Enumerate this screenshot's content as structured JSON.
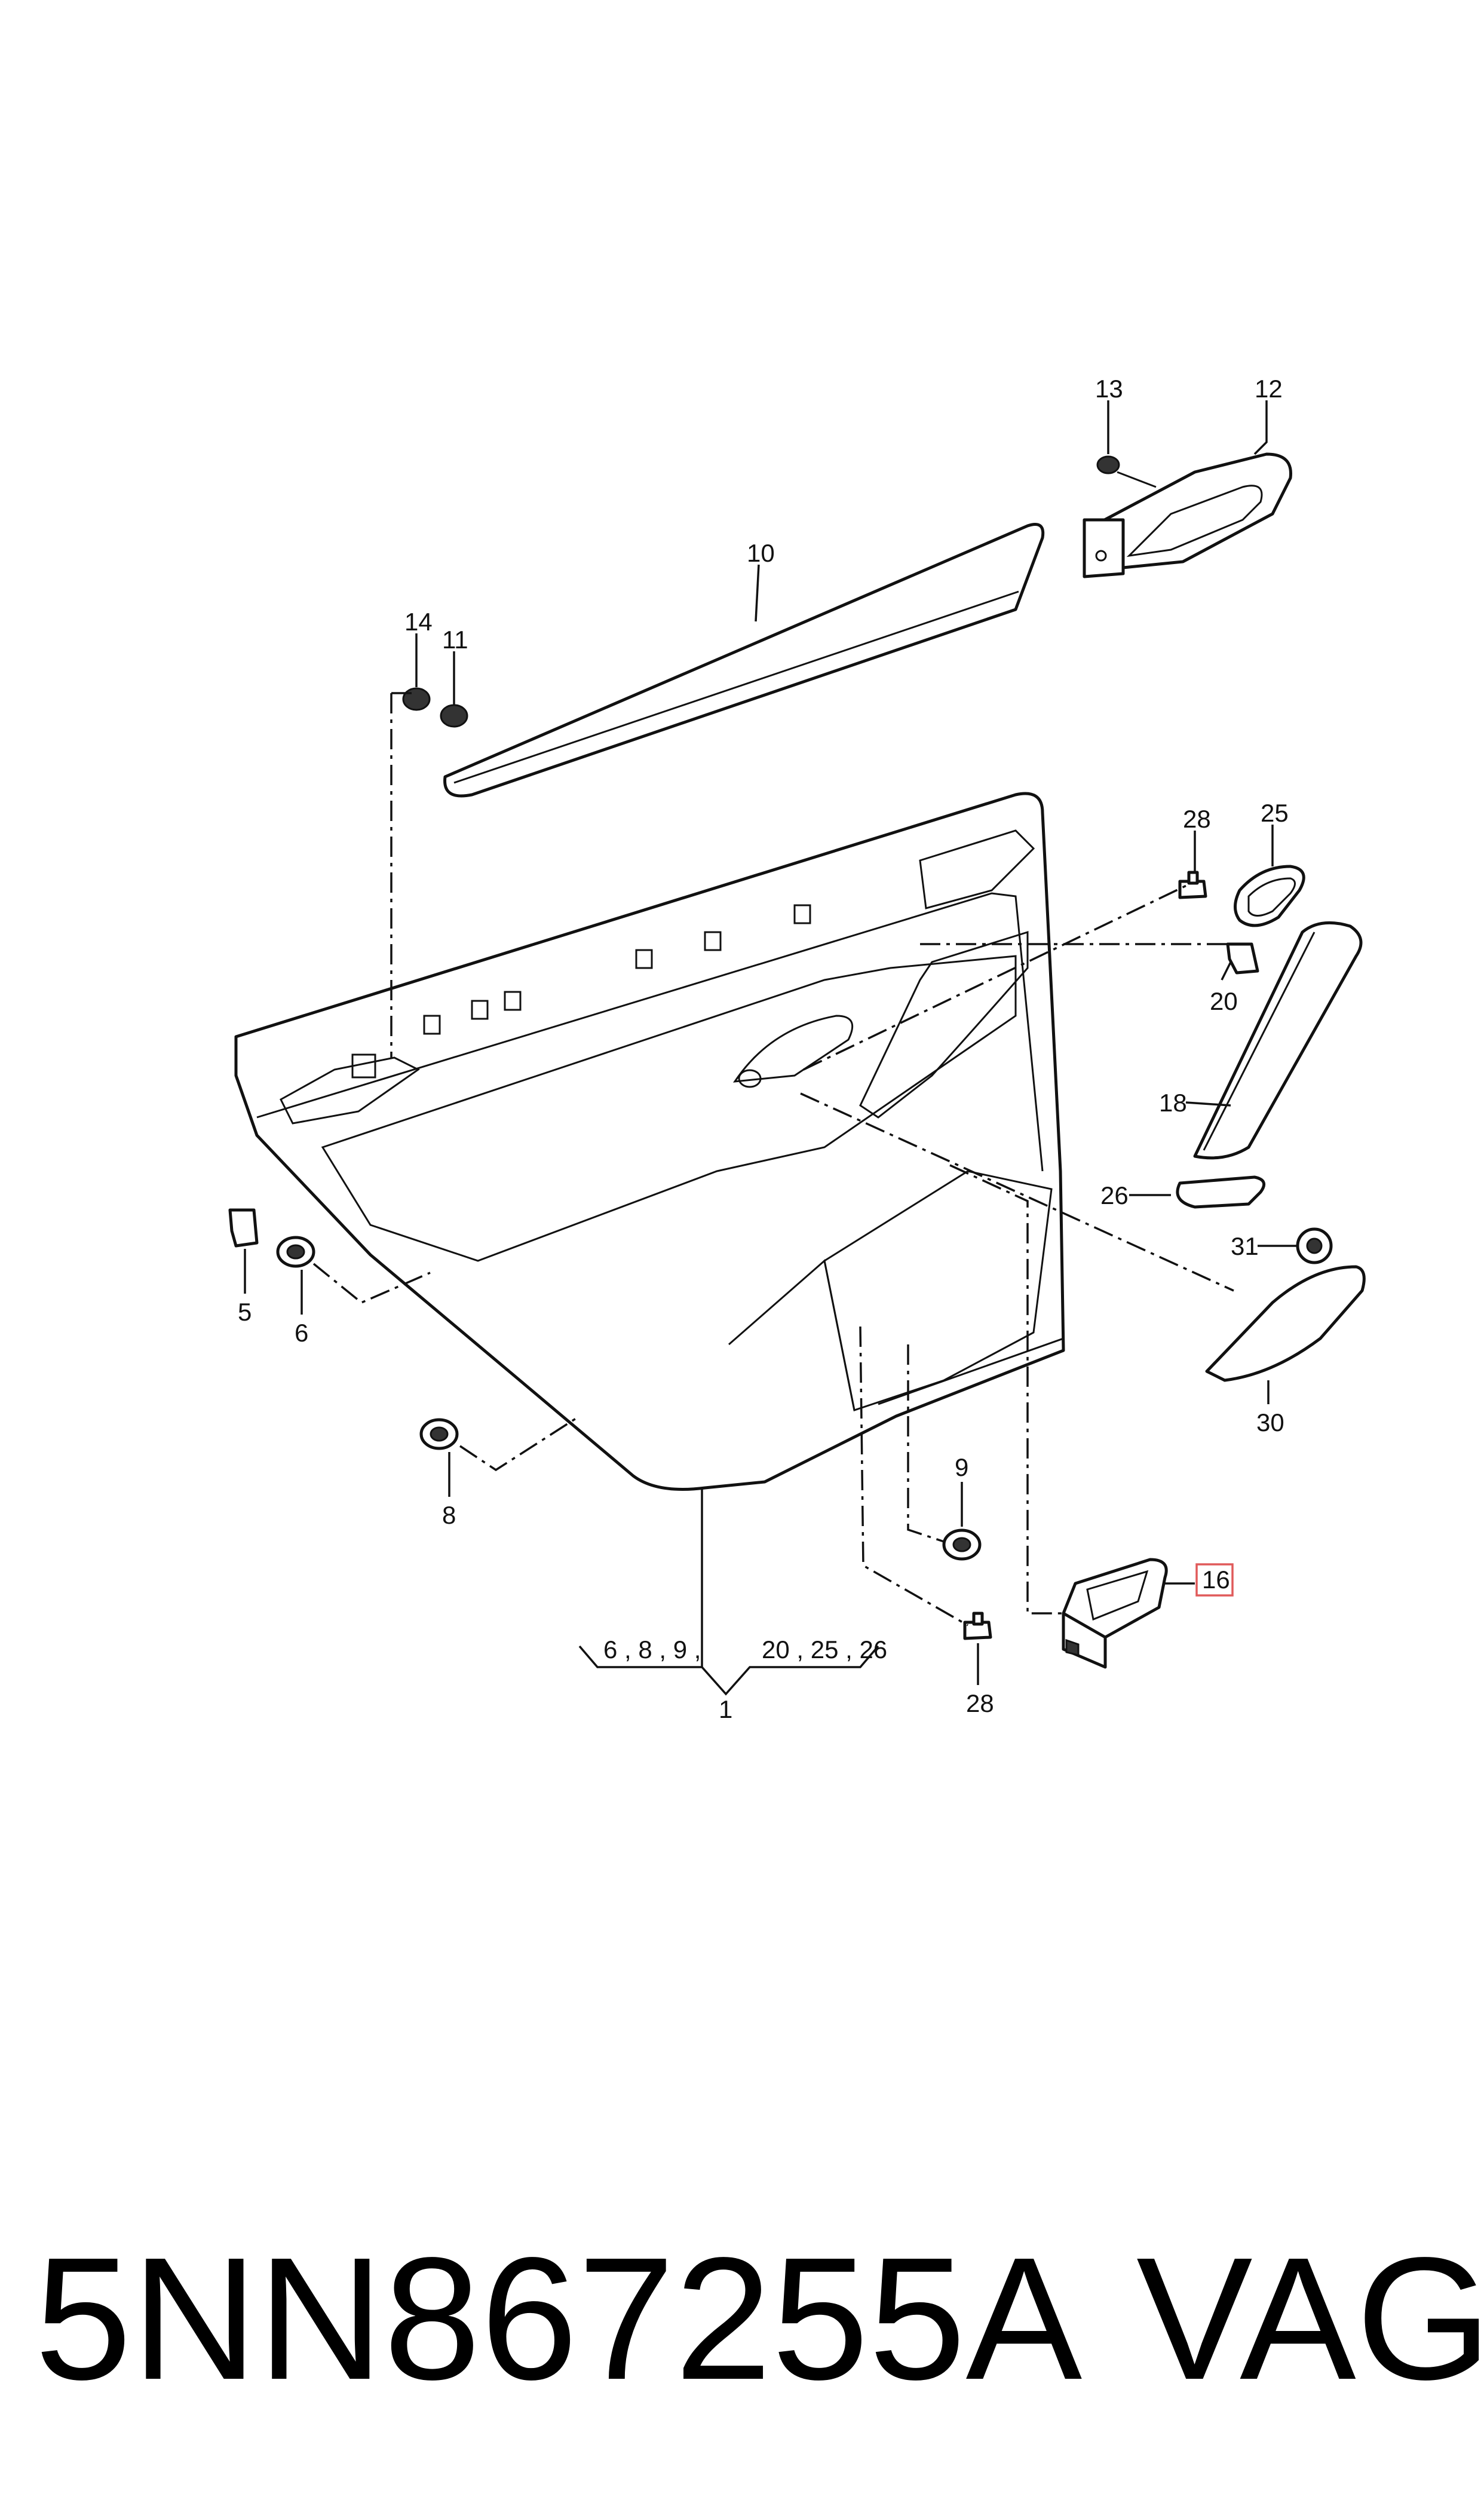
{
  "callouts": {
    "c1": "1",
    "c5": "5",
    "c6": "6",
    "c8": "8",
    "c9": "9",
    "c10": "10",
    "c11": "11",
    "c12": "12",
    "c13": "13",
    "c14": "14",
    "c16": "16",
    "c18": "18",
    "c20": "20",
    "c25": "25",
    "c26": "26",
    "c28a": "28",
    "c28b": "28",
    "c30": "30",
    "c31": "31"
  },
  "group_left": "6 , 8 , 9 ,",
  "group_right": "20 , 25 , 26",
  "highlight": {
    "callout": "16",
    "color": "#e05a5a"
  },
  "footer": {
    "part_number": "5NN867255A",
    "brand": "VAG"
  }
}
